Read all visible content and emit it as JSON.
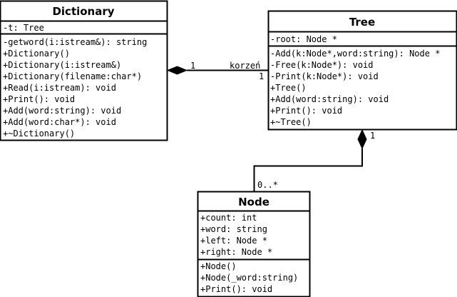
{
  "classes": {
    "dictionary": {
      "name": "Dictionary",
      "attributes": [
        "-t: Tree"
      ],
      "operations": [
        "-getword(i:istream&): string",
        "+Dictionary()",
        "+Dictionary(i:istream&)",
        "+Dictionary(filename:char*)",
        "+Read(i:istream): void",
        "+Print(): void",
        "+Add(word:string): void",
        "+Add(word:char*): void",
        "+~Dictionary()"
      ]
    },
    "tree": {
      "name": "Tree",
      "attributes": [
        "-root: Node *"
      ],
      "operations": [
        "-Add(k:Node*,word:string): Node *",
        "-Free(k:Node*): void",
        "-Print(k:Node*): void",
        "+Tree()",
        "+Add(word:string): void",
        "+Print(): void",
        "+~Tree()"
      ]
    },
    "node": {
      "name": "Node",
      "attributes": [
        "+count: int",
        "+word: string",
        "+left: Node *",
        "+right: Node *"
      ],
      "operations": [
        "+Node()",
        "+Node(_word:string)",
        "+Print(): void"
      ]
    }
  },
  "associations": {
    "dictionary_tree": {
      "kind": "composition",
      "whole_multiplicity": "1",
      "role": "korzeń",
      "part_multiplicity": "1"
    },
    "tree_node": {
      "kind": "composition",
      "whole_multiplicity": "1",
      "part_multiplicity": "0..*"
    }
  }
}
